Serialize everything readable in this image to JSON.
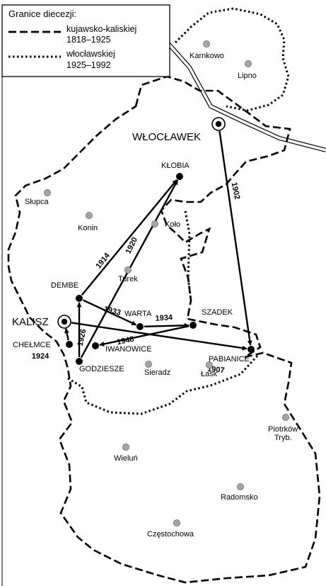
{
  "legend": {
    "title": "Granice diecezji:",
    "items": [
      {
        "style": "dashed",
        "name": "kujawsko-kaliskiej",
        "period": "1818–1925"
      },
      {
        "style": "dotted",
        "name": "włocławskiej",
        "period": "1925–1992"
      }
    ]
  },
  "places": {
    "capitals": [
      "WŁOCŁAWEK",
      "KALISZ"
    ],
    "stations": [
      "KŁOBIA",
      "DEMBE",
      "WARTA",
      "SZADEK",
      "CHEŁMCE",
      "IWANOWICE",
      "GODZIESZE",
      "PABIANICE"
    ],
    "towns": [
      "Karnkowo",
      "Lipno",
      "Słupca",
      "Konin",
      "Koło",
      "Turek",
      "Sieradz",
      "Łask",
      "Wieluń",
      "Piotrków Tryb.",
      "Radomsko",
      "Częstochowa"
    ]
  },
  "moves": [
    {
      "from": "WŁOCŁAWEK",
      "to": "PABIANICE",
      "year": "1902"
    },
    {
      "from": "KALISZ",
      "to": "PABIANICE",
      "year": "1907"
    },
    {
      "from": "DEMBE",
      "to": "KŁOBIA",
      "year": "1914"
    },
    {
      "from": "GODZIESZE",
      "to": "KŁOBIA",
      "year": "1920"
    },
    {
      "from": "CHEŁMCE",
      "to": "KALISZ",
      "year": "1924"
    },
    {
      "from": "GODZIESZE",
      "to": "DEMBE",
      "year": "1926"
    },
    {
      "from": "DEMBE",
      "to": "WARTA",
      "year": "1933"
    },
    {
      "from": "WARTA",
      "to": "SZADEK",
      "year": "1934"
    },
    {
      "from": "SZADEK",
      "to": "IWANOWICE",
      "year": "1948"
    }
  ],
  "colors": {
    "ink": "#000000",
    "town_dot": "#a6a6a6",
    "paper": "#ffffff"
  }
}
